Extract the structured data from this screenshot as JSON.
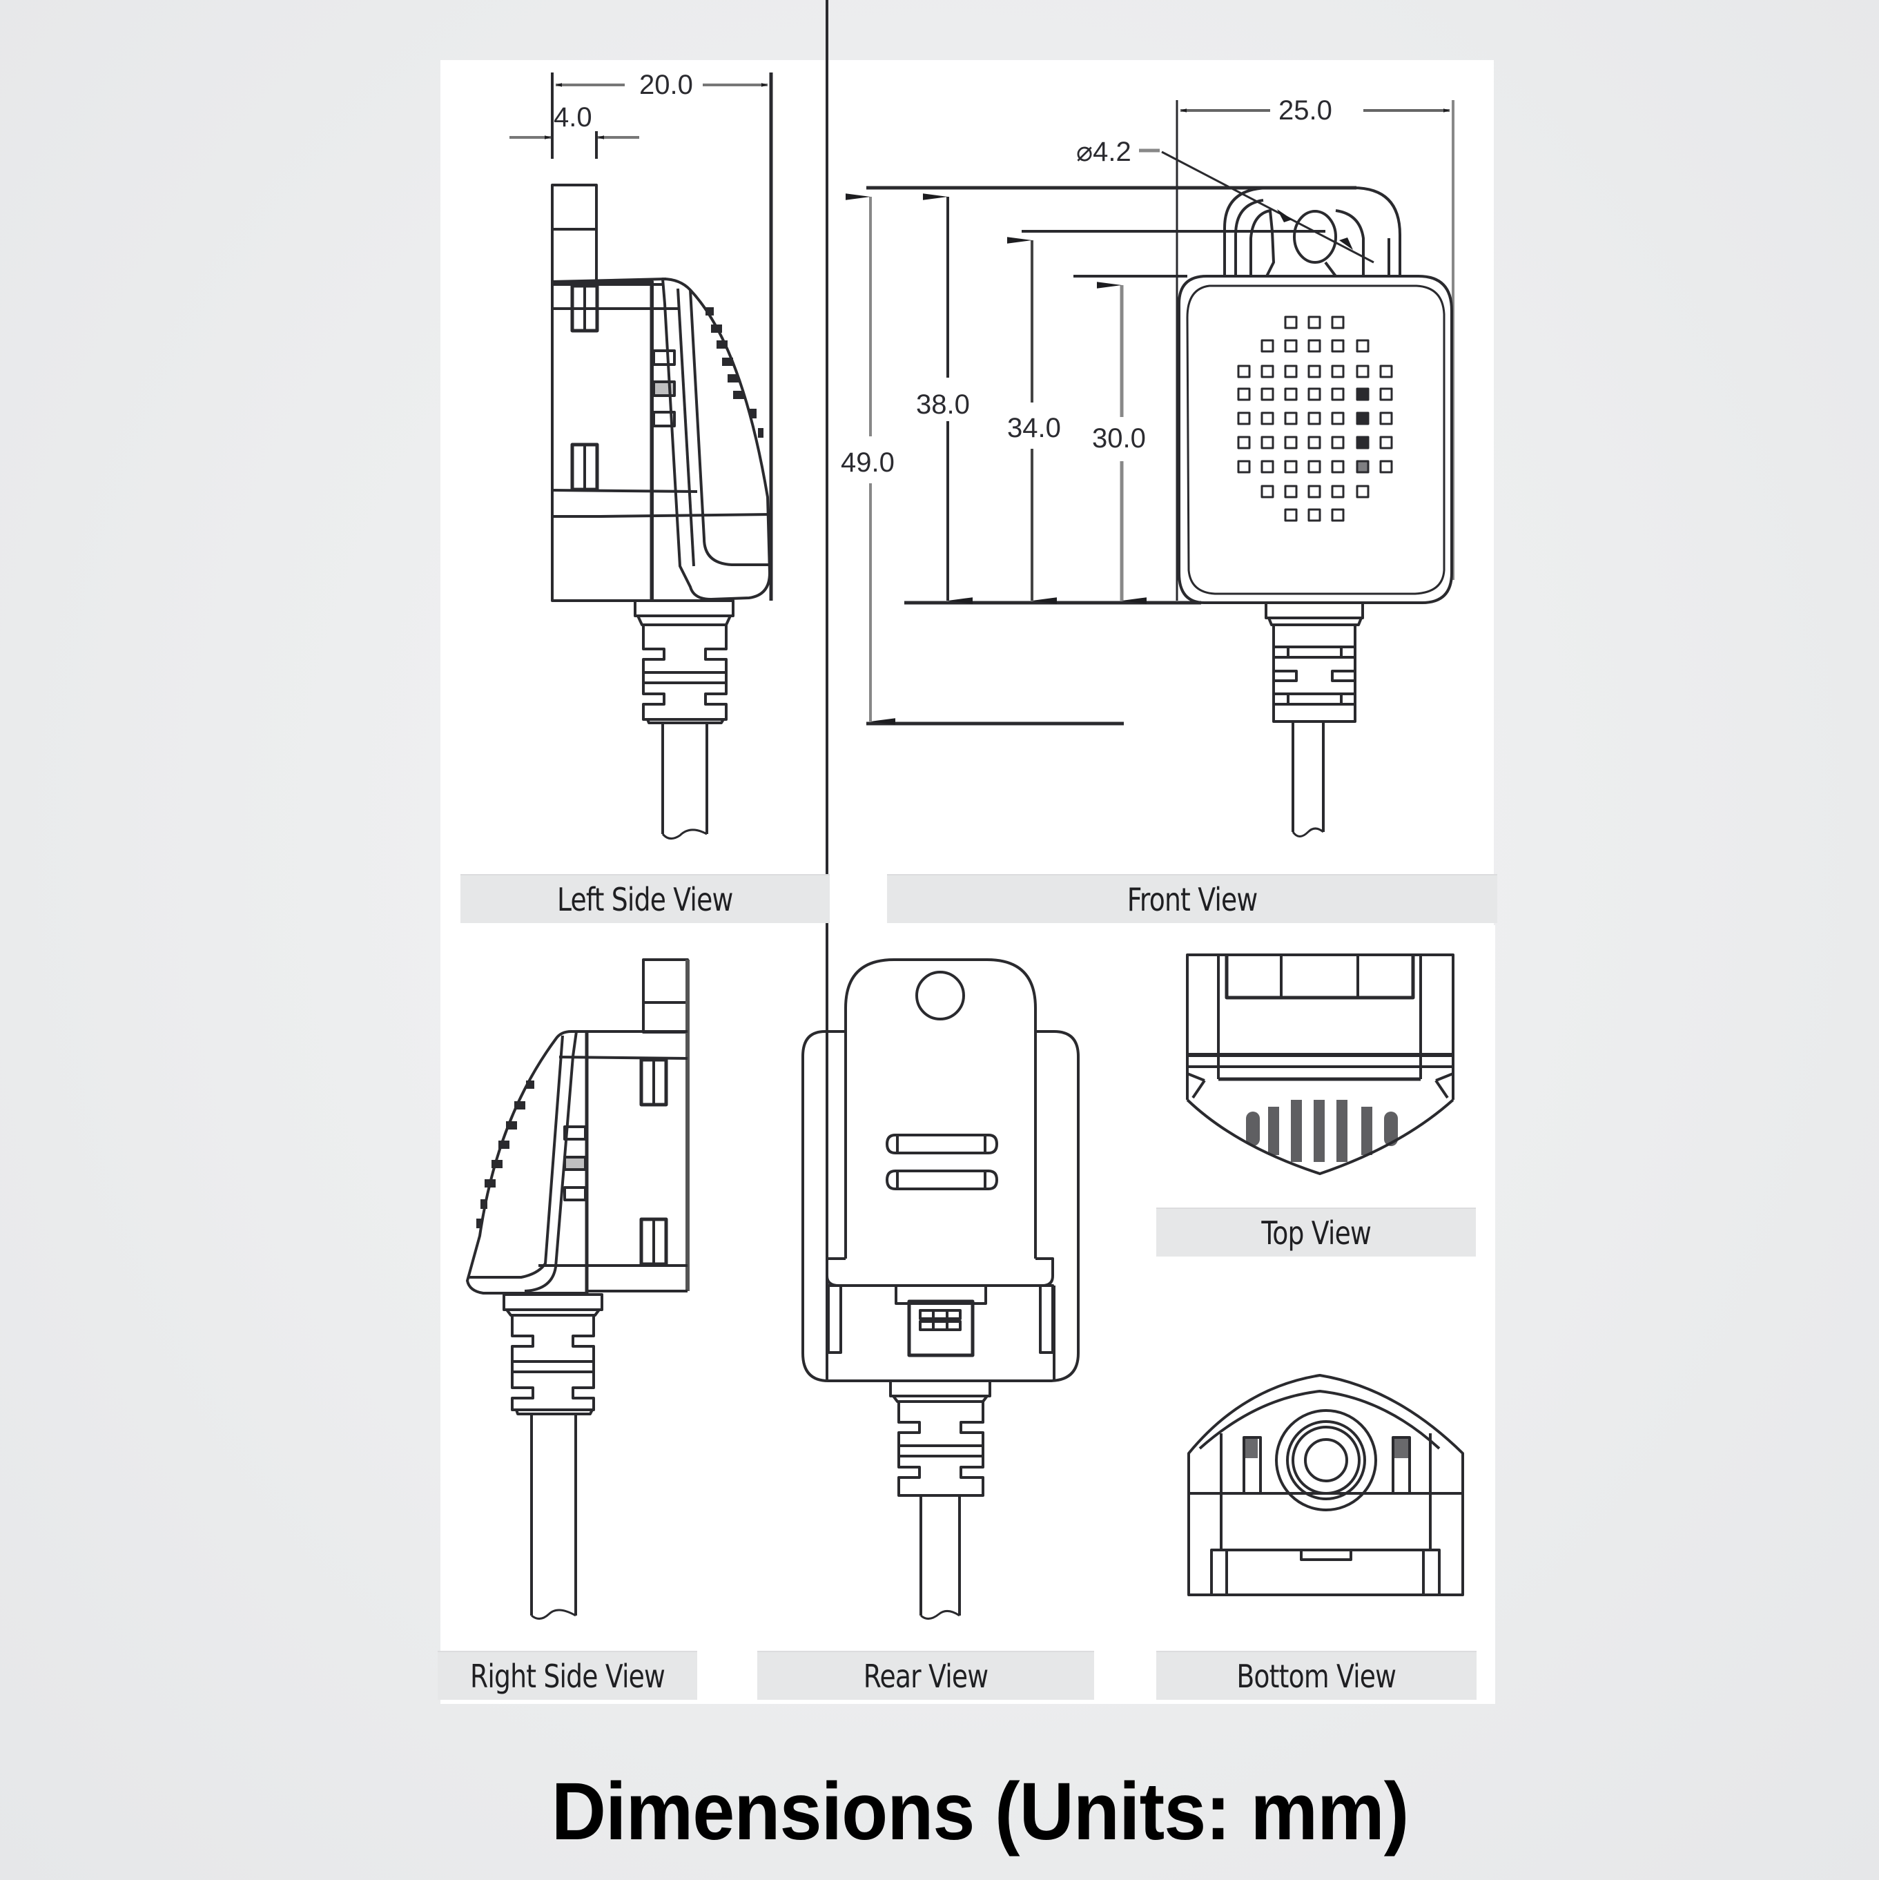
{
  "title": "Dimensions (Units: mm)",
  "views": {
    "left_side": "Left Side View",
    "front": "Front View",
    "right_side": "Right Side View",
    "rear": "Rear View",
    "top": "Top View",
    "bottom": "Bottom View"
  },
  "dimensions": {
    "side_depth": "20.0",
    "mount_tab_thickness": "4.0",
    "front_width": "25.0",
    "hole_diameter": "⌀4.2",
    "total_height": "49.0",
    "height_to_tab_top": "38.0",
    "height_to_hole_center": "34.0",
    "body_height": "30.0"
  },
  "front_vent_grid": {
    "row_counts": [
      3,
      5,
      7,
      7,
      7,
      7,
      7,
      5,
      3
    ]
  },
  "colors": {
    "line": "#2a2a2e",
    "label_bg": "#e6e7e8",
    "panel_bg": "#ffffff",
    "page_bg": "#ecedee"
  }
}
